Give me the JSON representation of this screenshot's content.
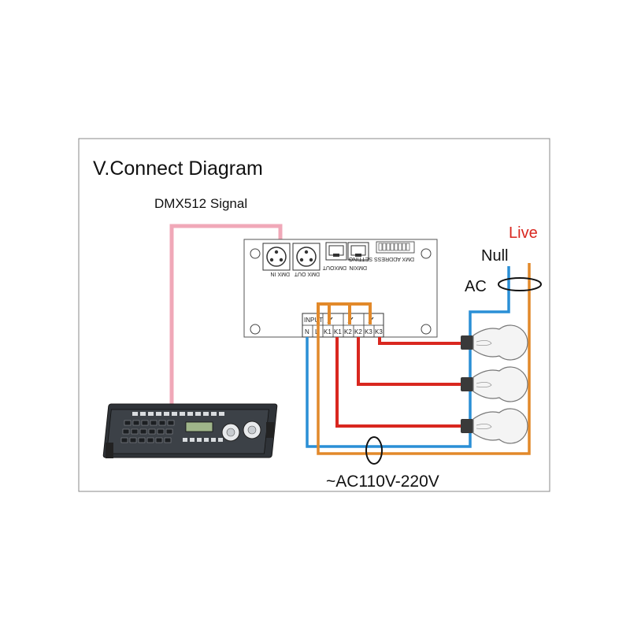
{
  "diagram": {
    "title": "V.Connect Diagram",
    "signal_label": "DMX512 Signal",
    "supply_label": "~AC110V-220V",
    "live_label": "Live",
    "null_label": "Null",
    "ac_label": "AC"
  },
  "decoder_board": {
    "port_labels": [
      "DMX IN",
      "DMX OUT"
    ],
    "rj45_labels": [
      "DMXOUT",
      "DMXIN"
    ],
    "dip_label": "DMX ADDRESS SETTING",
    "input_label": "INPUT",
    "terminal_labels": [
      "N",
      "L",
      "K1",
      "K1",
      "K2",
      "K2",
      "K3",
      "K3"
    ]
  },
  "colors": {
    "signal_wire": "#f0a8b8",
    "neutral_wire": "#2a8fd6",
    "live_wire": "#e2892a",
    "load_wire": "#d9271f",
    "frame": "#888888"
  },
  "icons": {
    "bulb": "light-bulb-icon",
    "controller": "dmx-console-icon",
    "clamp": "current-clamp-icon"
  }
}
